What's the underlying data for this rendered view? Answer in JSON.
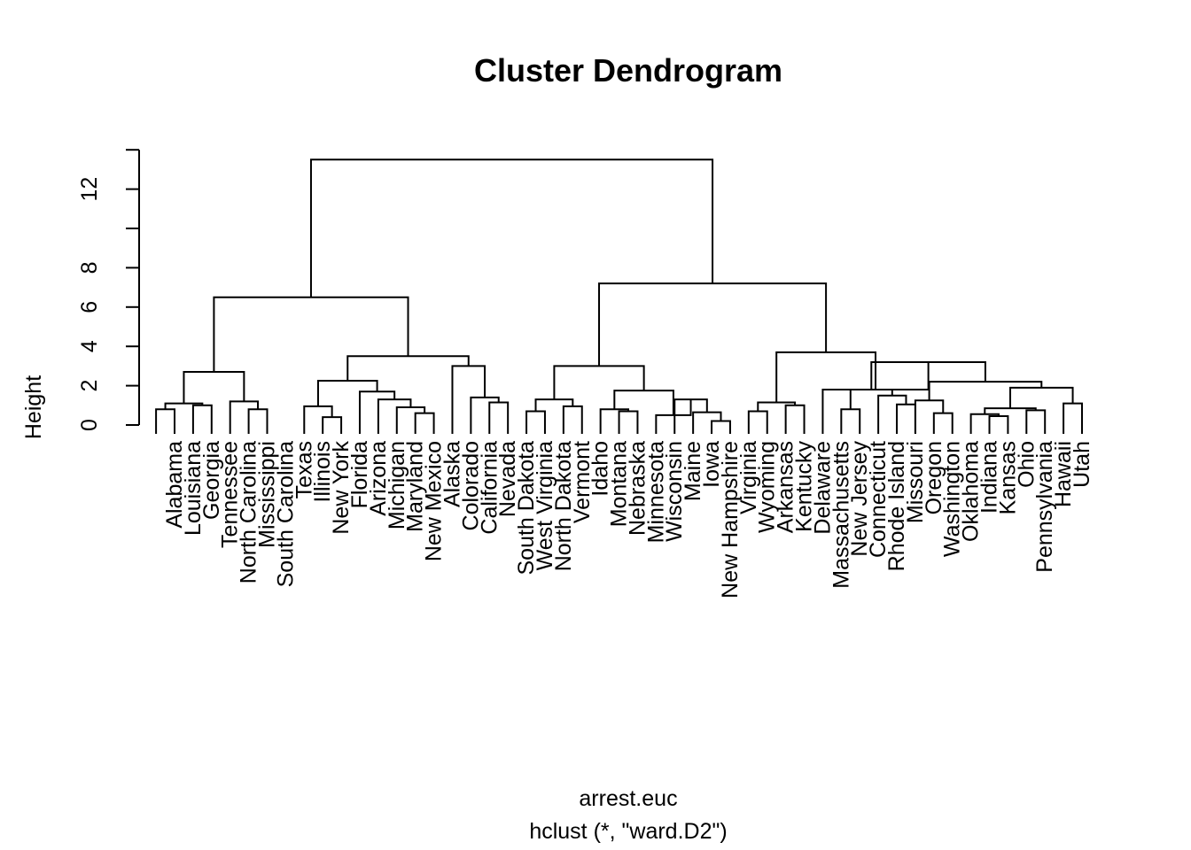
{
  "chart_data": {
    "type": "dendrogram",
    "title": "Cluster Dendrogram",
    "xlabel": "arrest.euc",
    "sub": "hclust (*, \"ward.D2\")",
    "ylabel": "Height",
    "y_ticks": [
      0,
      2,
      4,
      6,
      8,
      10,
      12
    ],
    "y_tick_labels": [
      "0",
      "2",
      "4",
      "6",
      "8",
      "",
      "12"
    ],
    "ylim": [
      0,
      14
    ],
    "leaves": [
      "Alabama",
      "Louisiana",
      "Georgia",
      "Tennessee",
      "North Carolina",
      "Mississippi",
      "South Carolina",
      "Texas",
      "Illinois",
      "New York",
      "Florida",
      "Arizona",
      "Michigan",
      "Maryland",
      "New Mexico",
      "Alaska",
      "Colorado",
      "California",
      "Nevada",
      "South Dakota",
      "West Virginia",
      "North Dakota",
      "Vermont",
      "Idaho",
      "Montana",
      "Nebraska",
      "Minnesota",
      "Wisconsin",
      "Maine",
      "Iowa",
      "New Hampshire",
      "Virginia",
      "Wyoming",
      "Arkansas",
      "Kentucky",
      "Delaware",
      "Massachusetts",
      "New Jersey",
      "Connecticut",
      "Rhode Island",
      "Missouri",
      "Oregon",
      "Washington",
      "Oklahoma",
      "Indiana",
      "Kansas",
      "Ohio",
      "Pennsylvania",
      "Hawaii",
      "Utah"
    ],
    "merges": [
      [
        0,
        1,
        0.8
      ],
      [
        2,
        3,
        1.0
      ],
      [
        "m0",
        "m1",
        1.1
      ],
      [
        5,
        6,
        0.8
      ],
      [
        4,
        "m3",
        1.2
      ],
      [
        "m2",
        "m4",
        2.7
      ],
      [
        9,
        10,
        0.4
      ],
      [
        8,
        "m6",
        0.95
      ],
      [
        14,
        15,
        0.6
      ],
      [
        13,
        "m8",
        0.9
      ],
      [
        12,
        "m9",
        1.3
      ],
      [
        11,
        "m10",
        1.7
      ],
      [
        "m7",
        "m11",
        2.25
      ],
      [
        18,
        19,
        1.15
      ],
      [
        17,
        "m13",
        1.4
      ],
      [
        16,
        "m14",
        3.0
      ],
      [
        "m12",
        "m15",
        3.5
      ],
      [
        "m5",
        "m16",
        6.5
      ],
      [
        20,
        21,
        0.7
      ],
      [
        22,
        23,
        0.95
      ],
      [
        "m18",
        "m19",
        1.3
      ],
      [
        25,
        26,
        0.7
      ],
      [
        24,
        "m21",
        0.8
      ],
      [
        30,
        31,
        0.2
      ],
      [
        29,
        "m23",
        0.65
      ],
      [
        28,
        "m24",
        1.3
      ],
      [
        27,
        "m25",
        0.5
      ],
      [
        "m22",
        "m26",
        1.75
      ],
      [
        "m20",
        "m27",
        3.0
      ],
      [
        32,
        33,
        0.7
      ],
      [
        34,
        35,
        1.0
      ],
      [
        "m29",
        "m30",
        1.15
      ],
      [
        37,
        38,
        0.8
      ],
      [
        40,
        41,
        1.05
      ],
      [
        39,
        "m33",
        1.5
      ],
      [
        "m32",
        "m34",
        1.8
      ],
      [
        42,
        43,
        0.6
      ],
      [
        41,
        "m36",
        1.25
      ],
      [
        45,
        46,
        0.45
      ],
      [
        44,
        "m38",
        0.55
      ],
      [
        47,
        48,
        0.75
      ],
      [
        "m39",
        "m40",
        0.85
      ],
      [
        49,
        50,
        1.1
      ],
      [
        "m41",
        "m42",
        1.9
      ],
      [
        "m37",
        "m43",
        2.2
      ],
      [
        "m35",
        "m44",
        3.2
      ],
      [
        36,
        "m45",
        1.8
      ],
      [
        "m31",
        "m46",
        3.7
      ],
      [
        "m28",
        "m47",
        7.2
      ],
      [
        "m17",
        "m48",
        13.5
      ]
    ]
  }
}
